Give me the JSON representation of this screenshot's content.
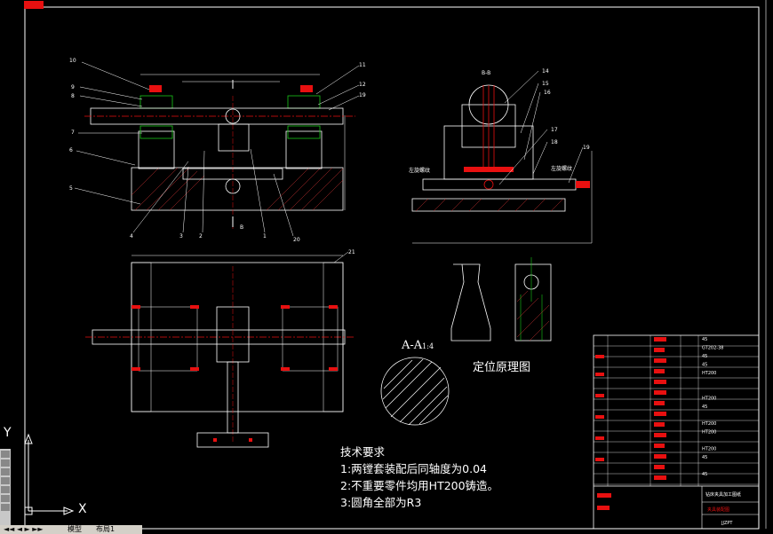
{
  "corner_tag": "",
  "technical_requirements": {
    "title": "技术要求",
    "items": [
      "1:两镗套装配后同轴度为0.04",
      "2:不重要零件均用HT200铸造。",
      "3:圆角全部为R3"
    ]
  },
  "principle_title": "定位原理图",
  "section_label": "A-A",
  "section_scale": "1:4",
  "ucs": {
    "x": "X",
    "y": "Y"
  },
  "layout_tabs": [
    "模型",
    "布局1"
  ],
  "part_numbers_front": [
    "10",
    "9",
    "8",
    "7",
    "6",
    "5",
    "4",
    "3",
    "2",
    "1",
    "20",
    "11",
    "12",
    "19"
  ],
  "part_numbers_side": [
    "14",
    "15",
    "16",
    "17",
    "18",
    "19"
  ],
  "part_number_top": "21",
  "view_marks": {
    "front_b": "B",
    "side_bb": "B-B"
  },
  "side_labels": {
    "left": "左旋螺纹",
    "right": "左旋螺纹"
  },
  "title_block": {
    "drawing_name": "夹具装配图",
    "drawing_no": "JJZPT",
    "company": "钻床夹具加工图纸",
    "material_rows": [
      "45",
      "GT202-38",
      "45",
      "45",
      "HT200",
      "",
      "",
      "HT200",
      "45",
      "",
      "HT200",
      "HT200",
      "",
      "HT200",
      "45",
      "",
      "45"
    ]
  },
  "colors": {
    "bg": "#000000",
    "line": "#ffffff",
    "red": "#e81010",
    "green": "#18c818",
    "cyan": "#40c8c8",
    "hatch": "#c03030"
  }
}
